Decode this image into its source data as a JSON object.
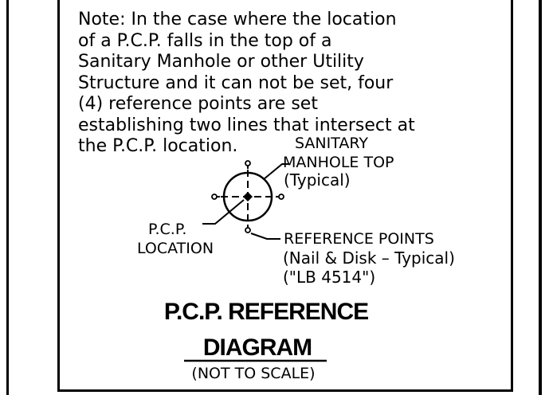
{
  "note": {
    "lines": [
      "Note: In the case where the location",
      "of a P.C.P. falls in the top of a",
      "Sanitary Manhole or other Utility",
      "Structure and it can not be set, four",
      "(4) reference points are set",
      "establishing two lines that intersect at",
      "the P.C.P. location."
    ]
  },
  "labels": {
    "manhole": [
      "SANITARY",
      "MANHOLE TOP",
      "(Typical)"
    ],
    "pcp": [
      "P.C.P.",
      "LOCATION"
    ],
    "reference": [
      "REFERENCE POINTS",
      "(Nail & Disk – Typical)",
      "(\"LB 4514\")"
    ]
  },
  "title": {
    "line1": "P.C.P. REFERENCE",
    "line2": "DIAGRAM",
    "scale": "(NOT TO SCALE)"
  }
}
